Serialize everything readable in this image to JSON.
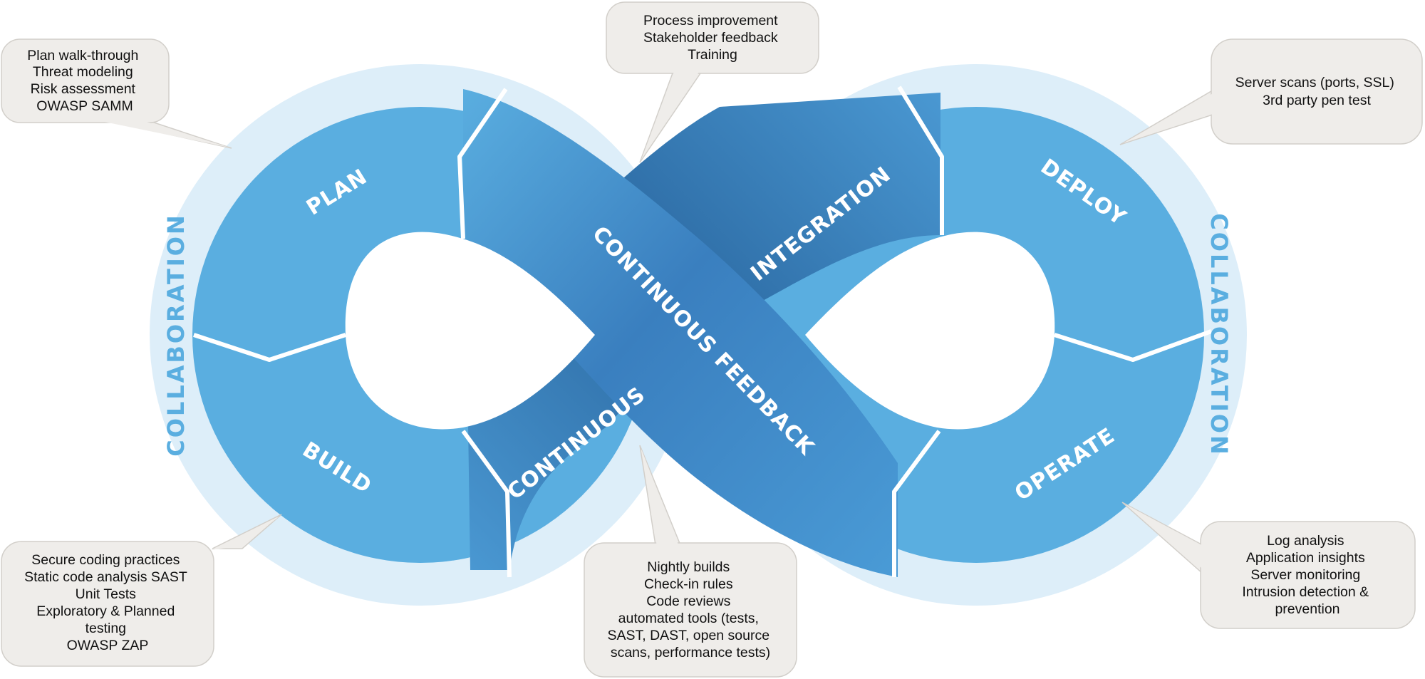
{
  "colors": {
    "outer_band": "#ddeef9",
    "segment": "#5aaee0",
    "cross_dark": "#2f6ea8",
    "cross_mid": "#3f84c2",
    "collaboration_text": "#5aaee0",
    "callout_bg": "#efedea"
  },
  "segments": {
    "plan": "PLAN",
    "build": "BUILD",
    "deploy": "DEPLOY",
    "operate": "OPERATE",
    "continuous": "CONTINUOUS",
    "integration": "INTEGRATION",
    "continuous_feedback": "CONTINUOUS FEEDBACK"
  },
  "collaboration": {
    "left": "COLLABORATION",
    "right": "COLLABORATION"
  },
  "callouts": {
    "plan": [
      "Plan walk-through",
      "Threat modeling",
      "Risk assessment",
      "OWASP SAMM"
    ],
    "feedback": [
      "Process improvement",
      "Stakeholder feedback",
      "Training"
    ],
    "deploy": [
      "Server scans (ports, SSL)",
      "3rd party pen test"
    ],
    "build": [
      "Secure coding practices",
      "Static code analysis SAST",
      "Unit Tests",
      "Exploratory & Planned",
      "testing",
      "OWASP ZAP"
    ],
    "continuous": [
      "Nightly builds",
      "Check-in rules",
      "Code reviews",
      "automated tools (tests,",
      "SAST, DAST, open source",
      "scans, performance tests)"
    ],
    "operate": [
      "Log analysis",
      "Application insights",
      "Server monitoring",
      "Intrusion detection &",
      "prevention"
    ]
  }
}
